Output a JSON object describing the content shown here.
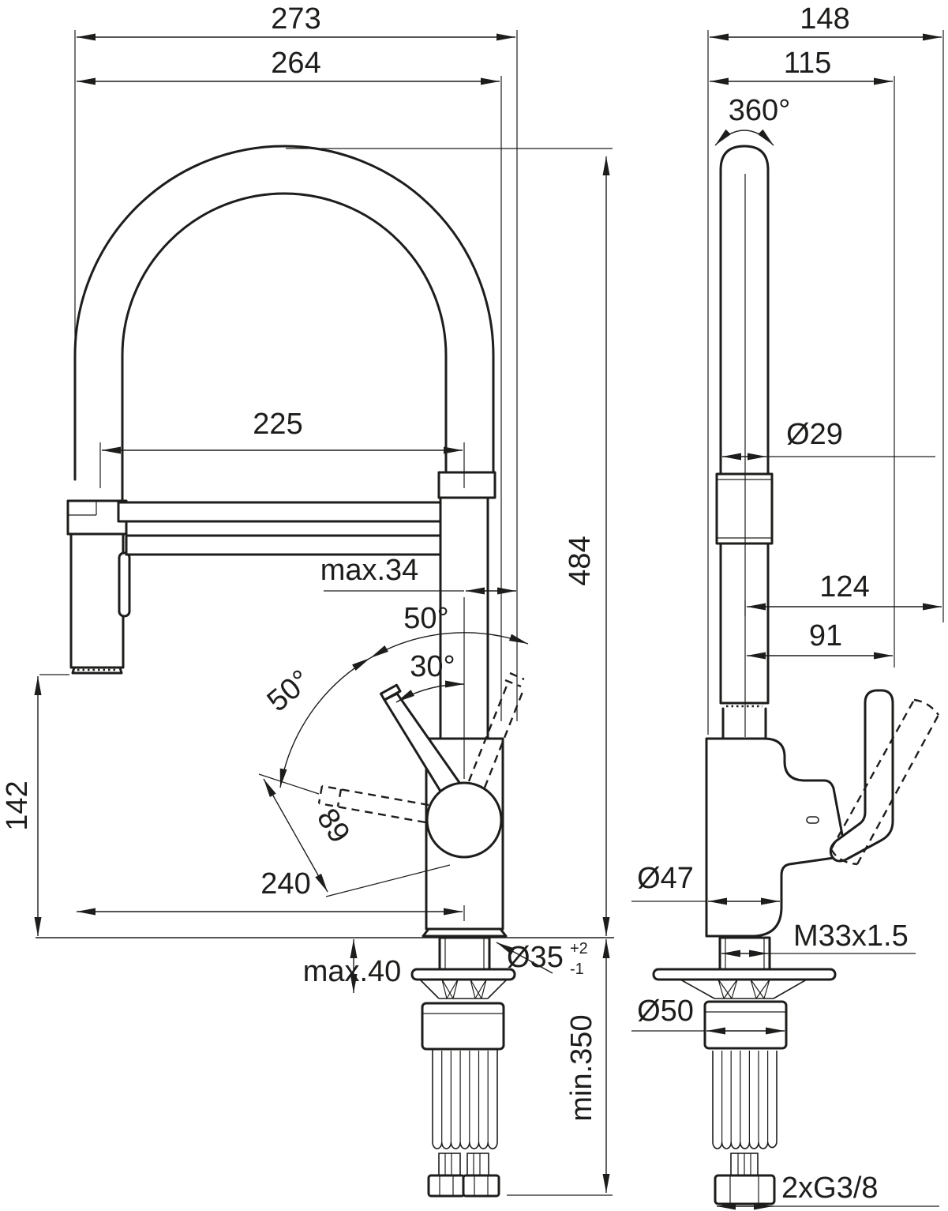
{
  "colors": {
    "line": "#1d1d1b",
    "background": "#ffffff"
  },
  "front_view": {
    "dim_overall_width": "273",
    "dim_spout_width": "264",
    "dim_arch_span": "225",
    "dim_handle_overhang": "max.34",
    "dim_handle_swing_forward": "50°",
    "dim_handle_tilt": "30°",
    "dim_handle_swing_back": "50°",
    "dim_handle_length": "89",
    "dim_spray_height": "142",
    "dim_spray_reach": "240",
    "dim_deck_thickness": "max.40",
    "dim_hole_diameter": "Ø35",
    "dim_hole_tol_plus": "+2",
    "dim_hole_tol_minus": "-1",
    "dim_height": "484",
    "dim_hose_clearance": "min.350"
  },
  "side_view": {
    "dim_overall_depth": "148",
    "dim_body_depth": "115",
    "dim_swivel_range": "360°",
    "dim_spout_diameter": "Ø29",
    "dim_handle_reach": "124",
    "dim_handle_depth": "91",
    "dim_body_diameter": "Ø47",
    "dim_thread": "M33x1.5",
    "dim_shank_diameter": "Ø50",
    "dim_supply_connection": "2xG3/8"
  }
}
